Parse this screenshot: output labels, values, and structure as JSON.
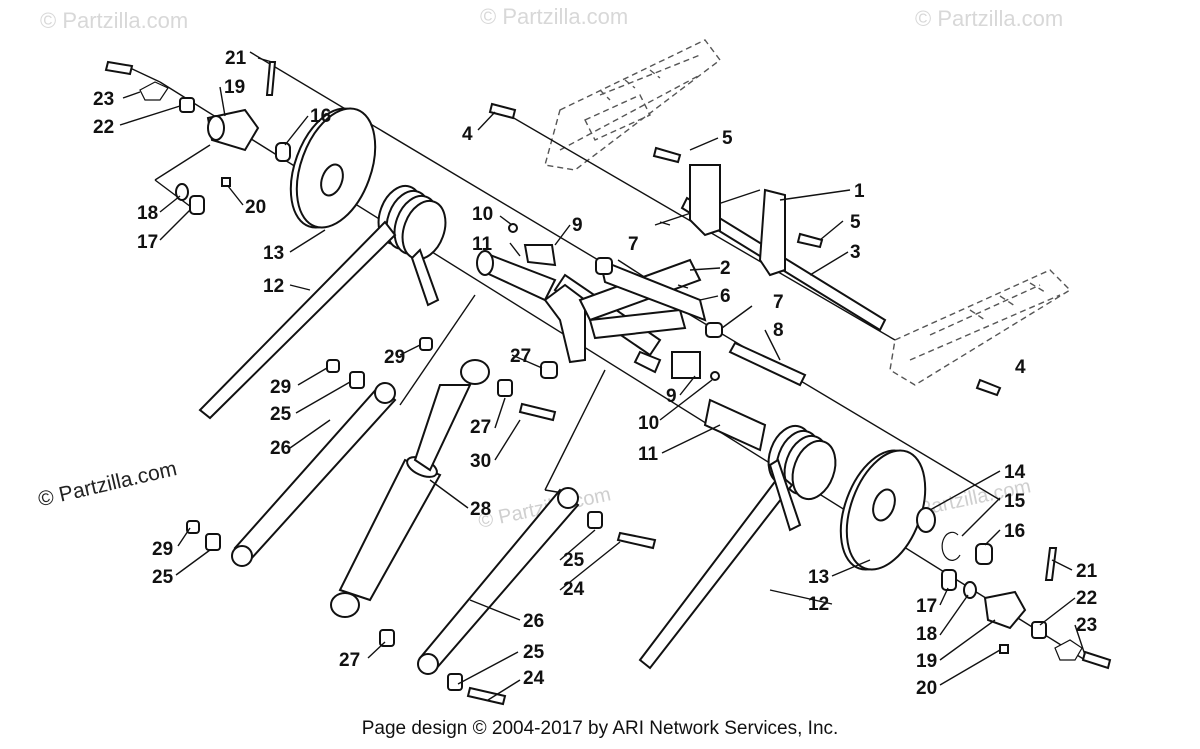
{
  "watermarks": {
    "text": "© Partzilla.com"
  },
  "copyright_left": "© Partzilla.com",
  "footer": "Page design © 2004-2017 by ARI Network Services, Inc.",
  "callouts": {
    "c1": "1",
    "c2": "2",
    "c3": "3",
    "c4a": "4",
    "c4b": "4",
    "c5a": "5",
    "c5b": "5",
    "c6": "6",
    "c7a": "7",
    "c7b": "7",
    "c8": "8",
    "c9a": "9",
    "c9b": "9",
    "c10a": "10",
    "c10b": "10",
    "c11a": "11",
    "c11b": "11",
    "c12a": "12",
    "c12b": "12",
    "c13a": "13",
    "c13b": "13",
    "c14": "14",
    "c15": "15",
    "c16a": "16",
    "c16b": "16",
    "c17a": "17",
    "c17b": "17",
    "c18a": "18",
    "c18b": "18",
    "c19a": "19",
    "c19b": "19",
    "c20a": "20",
    "c20b": "20",
    "c21a": "21",
    "c21b": "21",
    "c22a": "22",
    "c22b": "22",
    "c23a": "23",
    "c23b": "23",
    "c24a": "24",
    "c24b": "24",
    "c25a": "25",
    "c25b": "25",
    "c25c": "25",
    "c25d": "25",
    "c26a": "26",
    "c26b": "26",
    "c27a": "27",
    "c27b": "27",
    "c27c": "27",
    "c28": "28",
    "c29a": "29",
    "c29b": "29",
    "c29c": "29",
    "c30": "30"
  }
}
